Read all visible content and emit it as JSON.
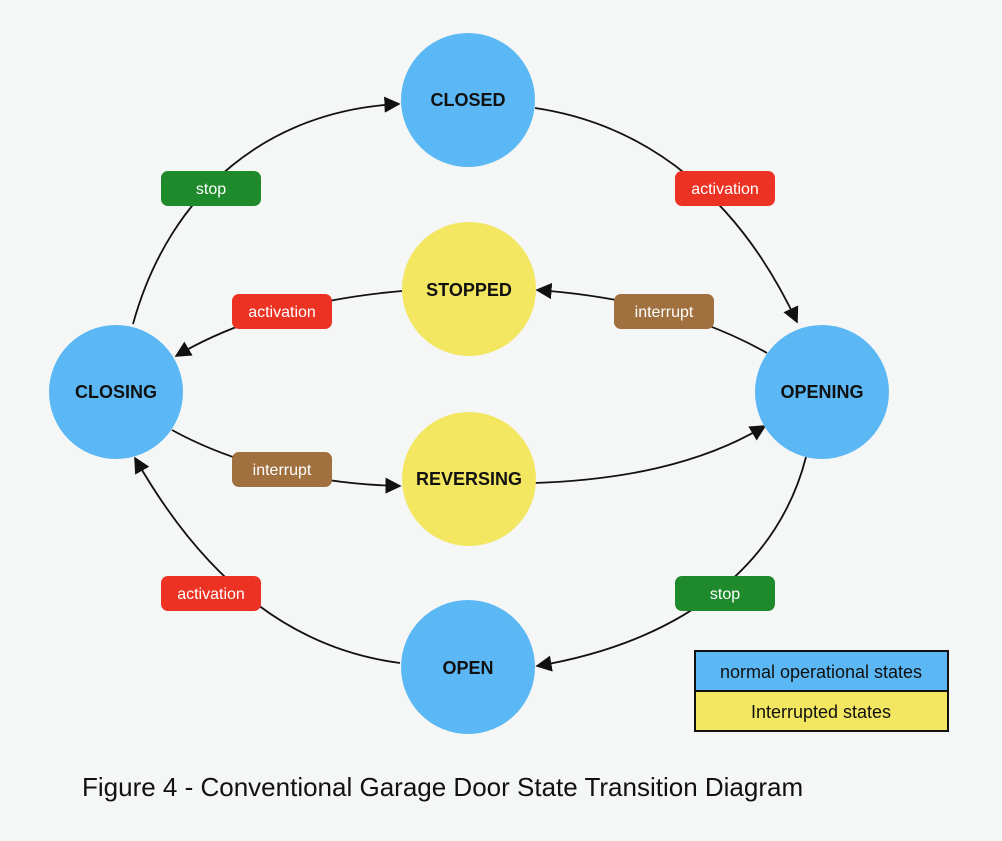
{
  "colors": {
    "background": "#f5f6f6",
    "normal_state": "#5bb8f5",
    "interrupted_state": "#f3e661",
    "activation": "#ec3323",
    "stop": "#1f8a2c",
    "interrupt": "#a0703f",
    "edge": "#111111"
  },
  "states": [
    {
      "id": "closed",
      "label": "CLOSED",
      "kind": "normal"
    },
    {
      "id": "stopped",
      "label": "STOPPED",
      "kind": "interrupted"
    },
    {
      "id": "closing",
      "label": "CLOSING",
      "kind": "normal"
    },
    {
      "id": "opening",
      "label": "OPENING",
      "kind": "normal"
    },
    {
      "id": "reversing",
      "label": "REVERSING",
      "kind": "interrupted"
    },
    {
      "id": "open",
      "label": "OPEN",
      "kind": "normal"
    }
  ],
  "transitions": [
    {
      "from": "closed",
      "to": "opening",
      "label": "activation",
      "type": "activation"
    },
    {
      "from": "closing",
      "to": "closed",
      "label": "stop",
      "type": "stop"
    },
    {
      "from": "stopped",
      "to": "closing",
      "label": "activation",
      "type": "activation"
    },
    {
      "from": "opening",
      "to": "stopped",
      "label": "interrupt",
      "type": "interrupt"
    },
    {
      "from": "closing",
      "to": "reversing",
      "label": "interrupt",
      "type": "interrupt"
    },
    {
      "from": "reversing",
      "to": "opening",
      "label": "",
      "type": "none"
    },
    {
      "from": "open",
      "to": "closing",
      "label": "activation",
      "type": "activation"
    },
    {
      "from": "opening",
      "to": "open",
      "label": "stop",
      "type": "stop"
    }
  ],
  "legend": {
    "normal": "normal operational states",
    "interrupted": "Interrupted states"
  },
  "caption": "Figure 4 - Conventional Garage Door State Transition Diagram"
}
